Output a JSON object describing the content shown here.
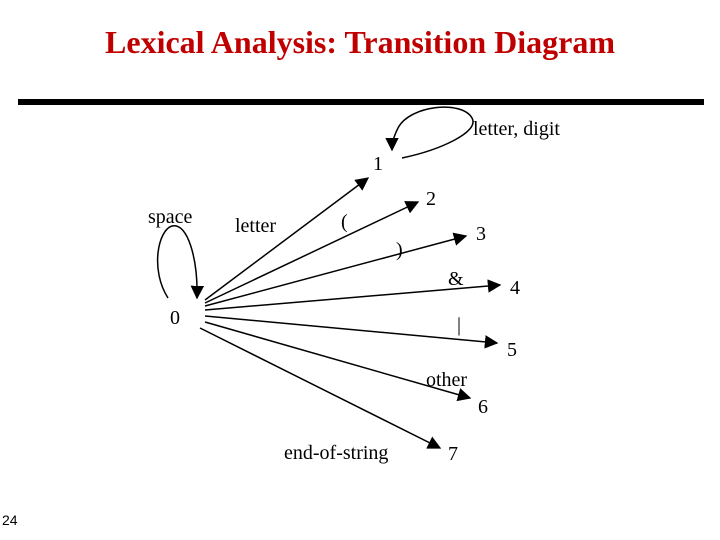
{
  "slide": {
    "title": "Lexical Analysis: Transition Diagram",
    "page_number": "24"
  },
  "states": [
    "0",
    "1",
    "2",
    "3",
    "4",
    "5",
    "6",
    "7"
  ],
  "edges": [
    {
      "from": "0",
      "to": "0",
      "label": "space"
    },
    {
      "from": "0",
      "to": "1",
      "label": "letter"
    },
    {
      "from": "1",
      "to": "1",
      "label": "letter, digit"
    },
    {
      "from": "0",
      "to": "2",
      "label": "("
    },
    {
      "from": "0",
      "to": "3",
      "label": ")"
    },
    {
      "from": "0",
      "to": "4",
      "label": "&"
    },
    {
      "from": "0",
      "to": "5",
      "label": "|"
    },
    {
      "from": "0",
      "to": "6",
      "label": "other"
    },
    {
      "from": "0",
      "to": "7",
      "label": "end-of-string"
    }
  ]
}
